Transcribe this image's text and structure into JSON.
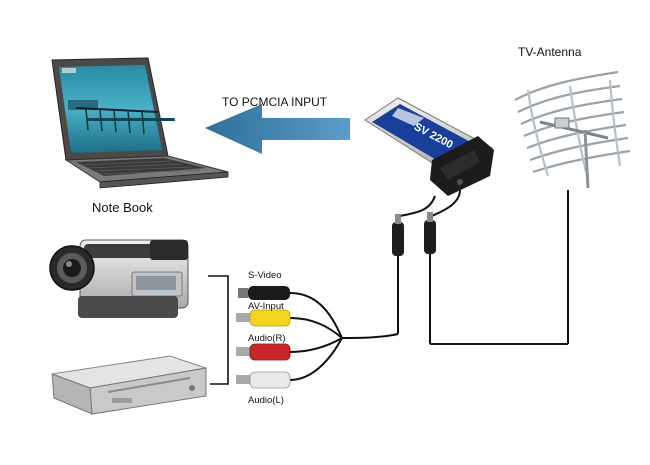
{
  "labels": {
    "notebook": "Note Book",
    "pcmcia": "TO PCMCIA INPUT",
    "antenna": "TV-Antenna",
    "svideo": "S-Video",
    "av_input": "AV-Input",
    "audio_r": "Audio(R)",
    "audio_l": "Audio(L)"
  },
  "card_text": "SV 2200",
  "colors": {
    "arrow": "#3f86b3",
    "cable": "#111111",
    "yellow_plug": "#f2d51e",
    "red_plug": "#c8262a",
    "white_plug": "#e9e9e9",
    "card_blue": "#1a3f9a",
    "card_silver": "#cfd3d8"
  }
}
